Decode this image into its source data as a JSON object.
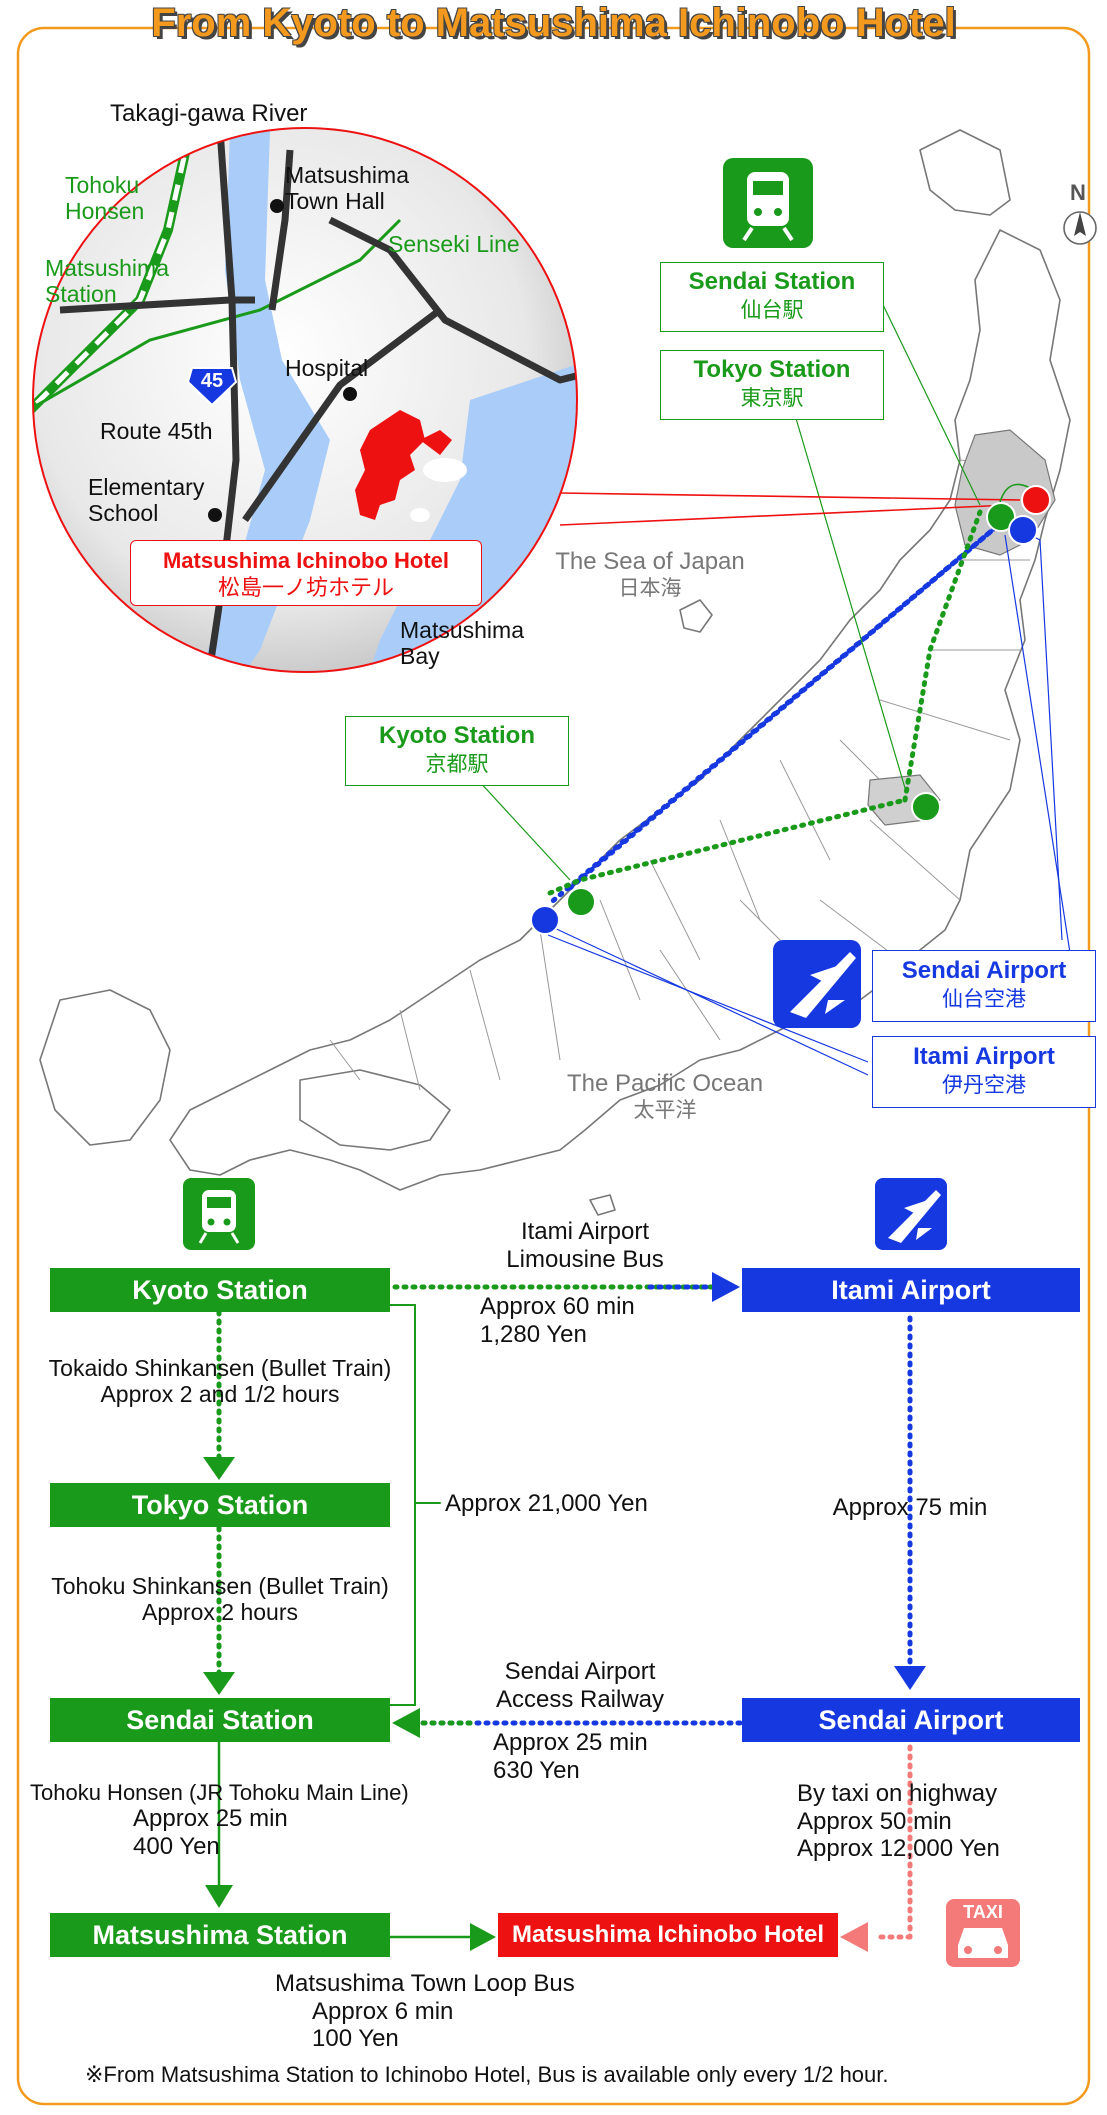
{
  "title": "From Kyoto to Matsushima  Ichinobo Hotel",
  "compass": "N",
  "inset": {
    "river": "Takagi-gawa River",
    "tohoku_honsen": [
      "Tohoku",
      "Honsen"
    ],
    "town_hall": [
      "Matsushima",
      "Town Hall"
    ],
    "senseki_line": "Senseki Line",
    "matsushima_station": [
      "Matsushima",
      "Station"
    ],
    "route_badge": "45",
    "route_label": "Route 45th",
    "hospital": "Hospital",
    "school": [
      "Elementary",
      "School"
    ],
    "hotel_en": "Matsushima Ichinobo Hotel",
    "hotel_jp": "松島一ノ坊ホテル",
    "bay": [
      "Matsushima",
      "Bay"
    ]
  },
  "map": {
    "sea_of_japan": "The Sea of Japan",
    "sea_of_japan_jp": "日本海",
    "pacific": "The Pacific Ocean",
    "pacific_jp": "太平洋",
    "sendai_station": {
      "en": "Sendai Station",
      "jp": "仙台駅"
    },
    "tokyo_station": {
      "en": "Tokyo Station",
      "jp": "東京駅"
    },
    "kyoto_station": {
      "en": "Kyoto Station",
      "jp": "京都駅"
    },
    "sendai_airport": {
      "en": "Sendai Airport",
      "jp": "仙台空港"
    },
    "itami_airport": {
      "en": "Itami Airport",
      "jp": "伊丹空港"
    }
  },
  "flow": {
    "kyoto_station": "Kyoto Station",
    "tokyo_station": "Tokyo Station",
    "sendai_station": "Sendai Station",
    "matsushima_station": "Matsushima Station",
    "itami_airport": "Itami Airport",
    "sendai_airport": "Sendai Airport",
    "hotel": "Matsushima Ichinobo Hotel",
    "limousine": [
      "Itami Airport",
      "Limousine Bus"
    ],
    "limousine_time": [
      "Approx 60 min",
      "1,280 Yen"
    ],
    "tokaido": [
      "Tokaido Shinkansen (Bullet Train)",
      "Approx 2 and 1/2 hours"
    ],
    "fare_total": "Approx 21,000 Yen",
    "flight_time": "Approx 75 min",
    "tohoku_shinkansen": [
      "Tohoku Shinkansen (Bullet Train)",
      "Approx 2 hours"
    ],
    "access_railway": [
      "Sendai Airport",
      "Access Railway"
    ],
    "access_time": [
      "Approx 25 min",
      "630 Yen"
    ],
    "tohoku_honsen": [
      "Tohoku Honsen (JR Tohoku Main Line)",
      "Approx 25 min",
      "400 Yen"
    ],
    "taxi_route": [
      "By taxi on highway",
      "Approx 50 min",
      "Approx 12,000 Yen"
    ],
    "taxi_label": "TAXI",
    "loop_bus": [
      "Matsushima Town Loop Bus",
      "Approx 6 min",
      "100 Yen"
    ],
    "note": "※From Matsushima Station to Ichinobo Hotel, Bus is available only every 1/2 hour."
  },
  "colors": {
    "green": "#1a9a1a",
    "blue": "#1638e0",
    "red": "#ee1111",
    "orange": "#f39a1e",
    "pink": "#f47a7a"
  }
}
